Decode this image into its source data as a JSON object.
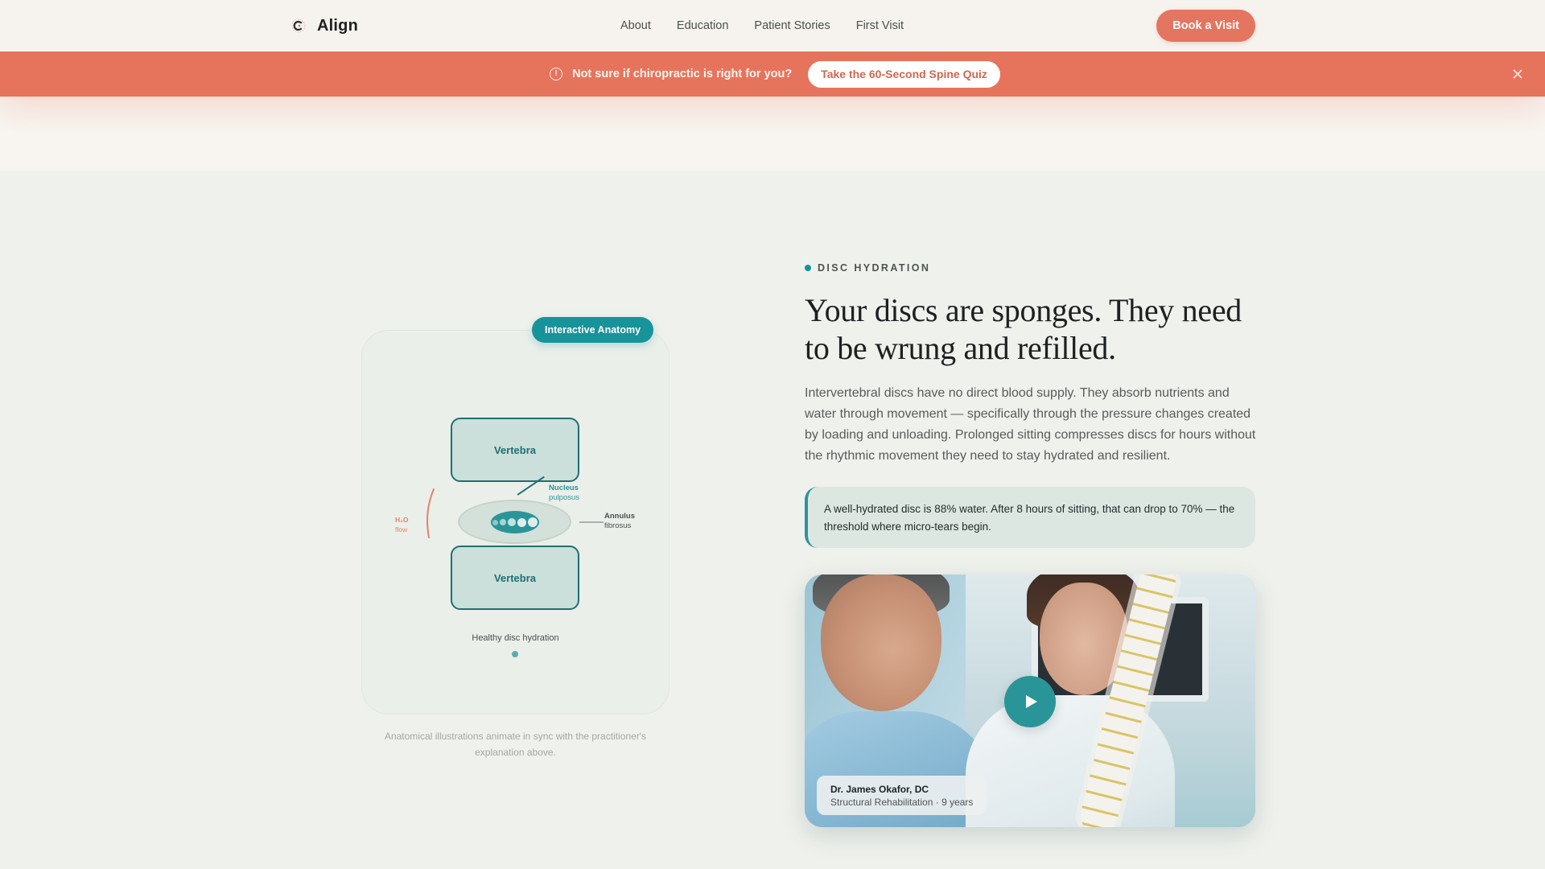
{
  "header": {
    "brand_name": "Align",
    "brand_icon": "logo-icon",
    "nav": [
      {
        "label": "About"
      },
      {
        "label": "Education"
      },
      {
        "label": "Patient Stories"
      },
      {
        "label": "First Visit"
      }
    ],
    "cta_label": "Book a Visit"
  },
  "banner": {
    "icon": "info-icon",
    "text": "Not sure if chiropractic is right for you?",
    "button_label": "Take the 60-Second Spine Quiz",
    "close_icon": "close-icon",
    "background": "#e6745c"
  },
  "anatomy": {
    "tag": "Interactive Anatomy",
    "vertebra_top": "Vertebra",
    "vertebra_bottom": "Vertebra",
    "nucleus_title": "Nucleus",
    "nucleus_sub": "pulposus",
    "annulus_title": "Annulus",
    "annulus_sub": "fibrosus",
    "flow_title": "H₂O",
    "flow_sub": "flow",
    "caption": "Healthy disc hydration",
    "footnote": "Anatomical illustrations animate in sync with the practitioner's explanation above."
  },
  "content": {
    "eyebrow": "DISC HYDRATION",
    "headline": "Your discs are sponges. They need to be wrung and refilled.",
    "body": "Intervertebral discs have no direct blood supply. They absorb nutrients and water through movement — specifically through the pressure changes created by loading and unloading. Prolonged sitting compresses discs for hours without the rhythmic movement they need to stay hydrated and resilient.",
    "callout": "A well-hydrated disc is 88% water. After 8 hours of sitting, that can drop to 70% — the threshold where micro-tears begin."
  },
  "video": {
    "play_icon": "play-icon",
    "doctor_name": "Dr. James Okafor, DC",
    "doctor_meta": "Structural Rehabilitation · 9 years"
  },
  "colors": {
    "accent_teal": "#17939a",
    "accent_coral": "#e47560",
    "page_bg": "#eff1ec"
  }
}
